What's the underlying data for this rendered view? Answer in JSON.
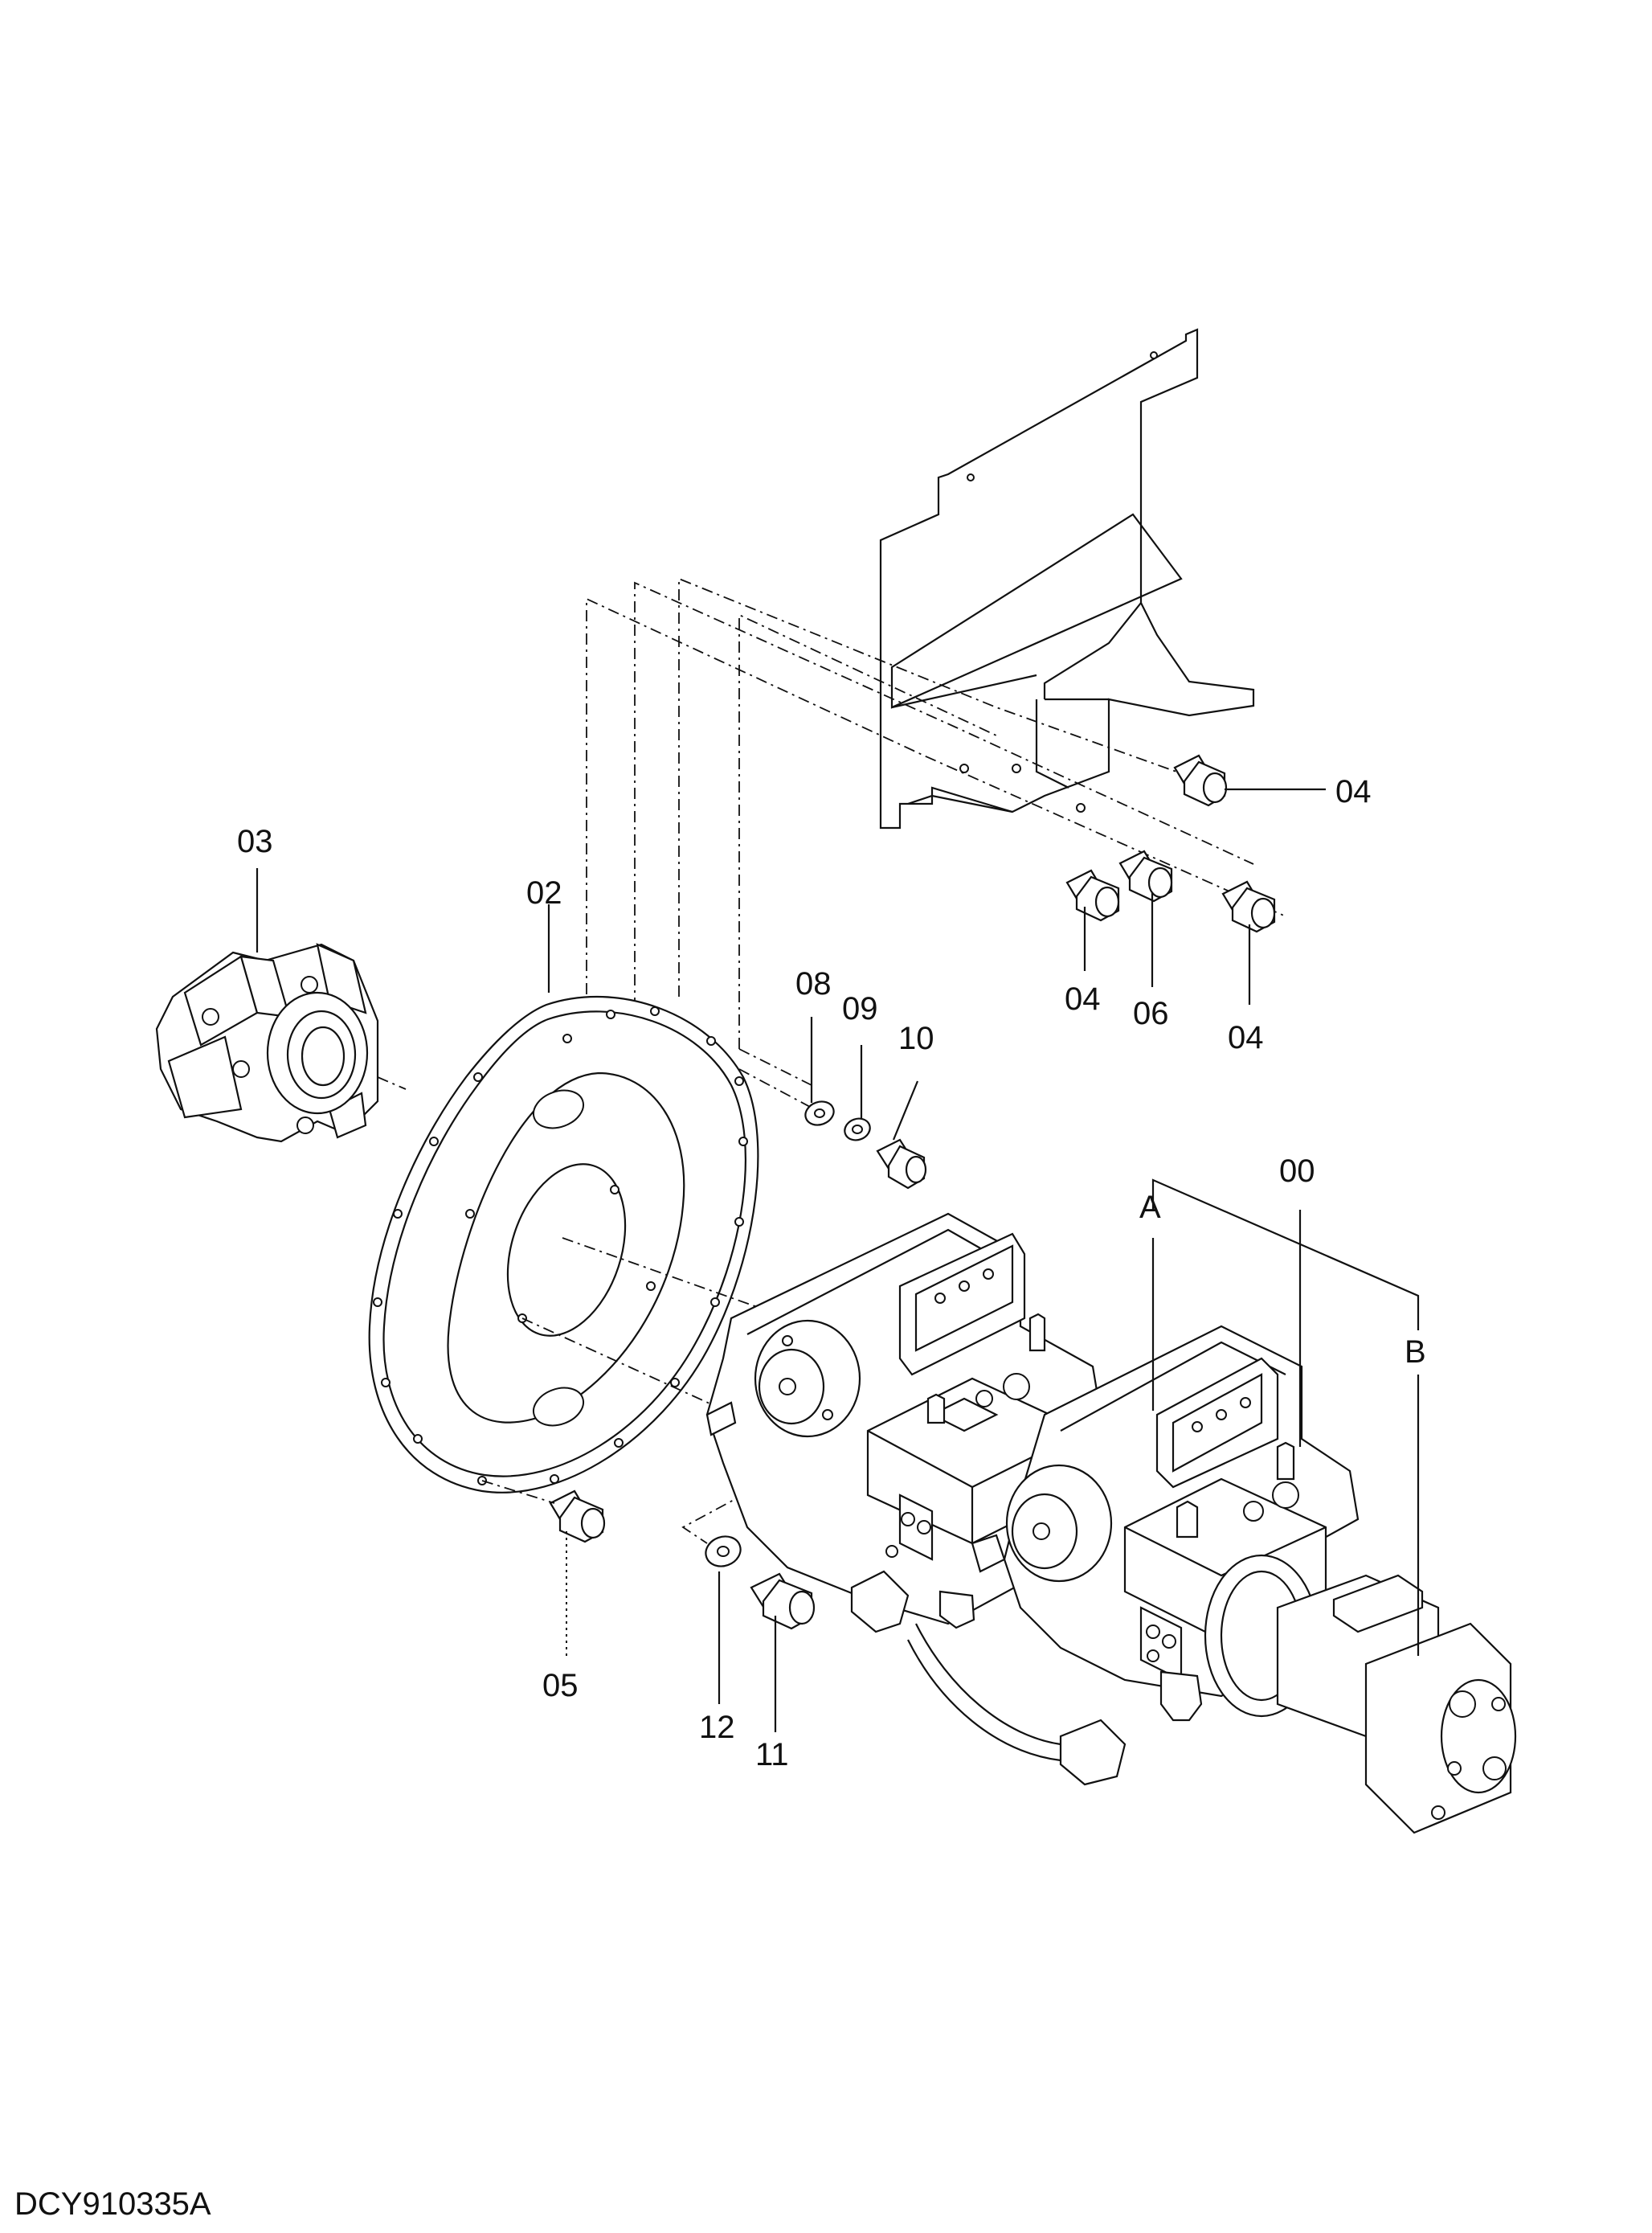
{
  "drawing_code": "DCY910335A",
  "part_labels": {
    "p00": "00",
    "p02": "02",
    "p03": "03",
    "p04a": "04",
    "p04b": "04",
    "p04c": "04",
    "p05": "05",
    "p06": "06",
    "p08": "08",
    "p09": "09",
    "p10": "10",
    "p11": "11",
    "p12": "12"
  },
  "group_labels": {
    "a": "A",
    "b": "B"
  }
}
